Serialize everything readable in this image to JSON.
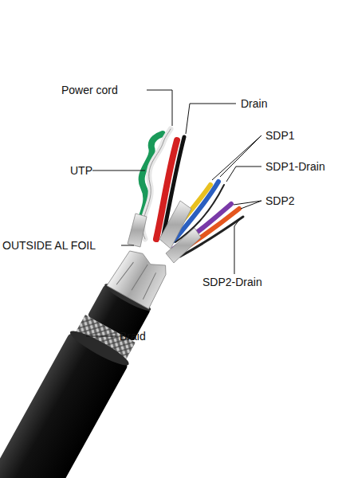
{
  "diagram": {
    "labels": [
      "Power cord",
      "Drain",
      "SDP1",
      "SDP1-Drain",
      "UTP",
      "SDP2",
      "OUTSIDE AL FOIL",
      "SDP2-Drain",
      "Braid"
    ]
  }
}
